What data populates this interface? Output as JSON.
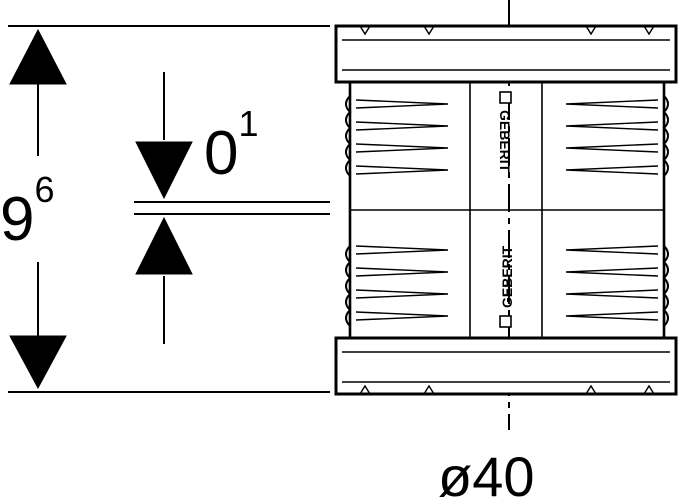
{
  "dimensions": {
    "height": {
      "main": "9",
      "sup": "6"
    },
    "gap": {
      "main": "0",
      "sup": "1"
    },
    "diameter": "ø40"
  },
  "brand": {
    "logo_text": "GEBERIT"
  },
  "colors": {
    "line": "#000000",
    "background": "#ffffff"
  }
}
